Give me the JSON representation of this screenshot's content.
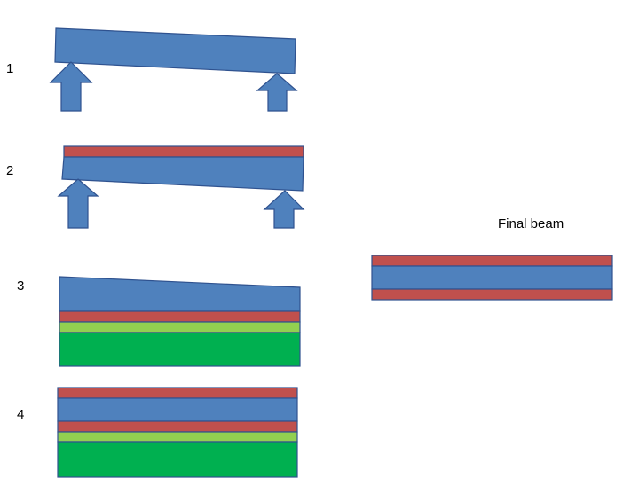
{
  "steps": [
    {
      "label": "1"
    },
    {
      "label": "2"
    },
    {
      "label": "3"
    },
    {
      "label": "4"
    }
  ],
  "final": {
    "label": "Final beam"
  },
  "colors": {
    "beam": "#4f81bd",
    "beam_outline": "#2f528f",
    "red_layer": "#c0504d",
    "light_green_layer": "#92d050",
    "green_layer": "#00b050",
    "arrow": "#4f81bd"
  }
}
